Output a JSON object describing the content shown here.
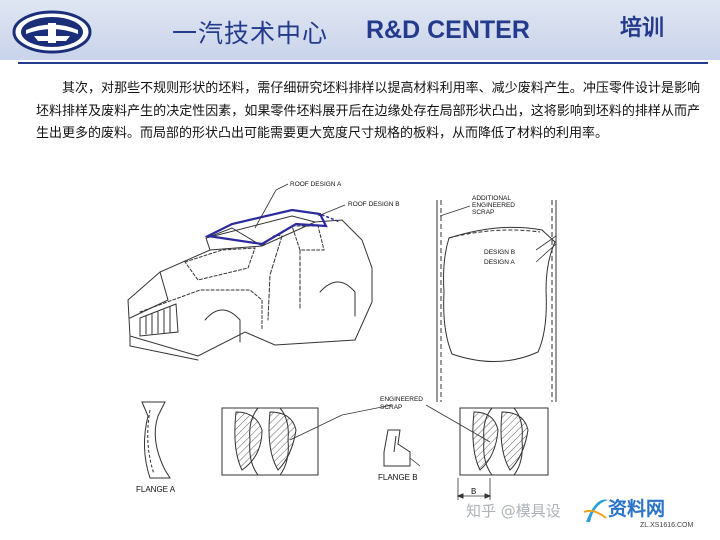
{
  "header": {
    "title_cn": "一汽技术中心",
    "title_en": "R&D CENTER",
    "tag": "培训"
  },
  "body": {
    "paragraph": "其次，对那些不规则形状的坯料，需仔细研究坯料排样以提高材料利用率、减少废料产生。冲压零件设计是影响坯料排样及废料产生的决定性因素，如果零件坯料展开后在边缘处存在局部形状凸出，这将影响到坯料的排样从而产生出更多的废料。而局部的形状凸出可能需要更大宽度尺寸规格的板料，从而降低了材料的利用率。"
  },
  "figure": {
    "labels": {
      "roof_design_a": "ROOF DESIGN A",
      "roof_design_b": "ROOF DESIGN B",
      "additional_scrap_1": "ADDITIONAL",
      "additional_scrap_2": "ENGINEERED",
      "additional_scrap_3": "SCRAP",
      "design_b": "DESIGN B",
      "design_a": "DESIGN A",
      "engineered_scrap_1": "ENGINEERED",
      "engineered_scrap_2": "SCRAP",
      "flange_a": "FLANGE A",
      "flange_b": "FLANGE B",
      "dim_b": "B"
    }
  },
  "watermark": {
    "text": "知乎 @模具设",
    "site_logo": "资料网",
    "site_url": "ZL.XS1616.COM"
  },
  "colors": {
    "brand_blue": "#243a8c",
    "roof_highlight": "#2b2a9e",
    "hatch": "#333333"
  }
}
